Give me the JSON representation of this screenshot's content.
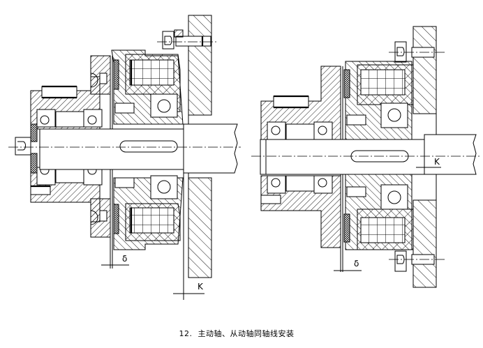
{
  "figure": {
    "caption_number": "12.",
    "caption_text": "主动轴、从动轴同轴线安装",
    "colors": {
      "line": "#000000",
      "background": "#ffffff"
    }
  },
  "left_assembly": {
    "title": "driving-shaft-installation",
    "labels": {
      "air_gap": "δ",
      "clearance": "K"
    }
  },
  "right_assembly": {
    "title": "driven-shaft-installation",
    "labels": {
      "air_gap": "δ",
      "clearance": "K"
    }
  }
}
